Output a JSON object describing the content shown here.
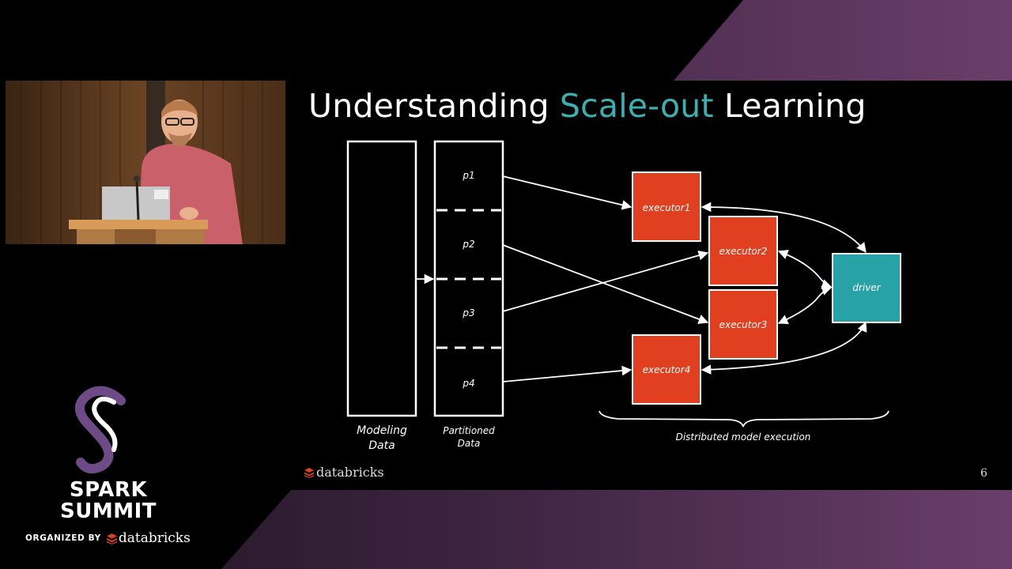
{
  "slide": {
    "title_part1": "Understanding ",
    "title_highlight": "Scale-out",
    "title_part2": " Learning",
    "page_number": "6",
    "footer_brand": "databricks"
  },
  "diagram": {
    "modeling_label_1": "Modeling",
    "modeling_label_2": "Data",
    "partitioned_label_1": "Partitioned",
    "partitioned_label_2": "Data",
    "partitions": [
      "p1",
      "p2",
      "p3",
      "p4"
    ],
    "executors": [
      "executor1",
      "executor2",
      "executor3",
      "executor4"
    ],
    "driver": "driver",
    "distributed_label": "Distributed model execution"
  },
  "branding": {
    "line1": "SPARK",
    "line2": "SUMMIT",
    "organized_by": "ORGANIZED BY",
    "organizer": "databricks"
  },
  "colors": {
    "title_highlight": "#3bb0b0",
    "executor_fill": "#e0401f",
    "driver_fill": "#27a3a8",
    "brand_purple": "#6a3e6a"
  }
}
